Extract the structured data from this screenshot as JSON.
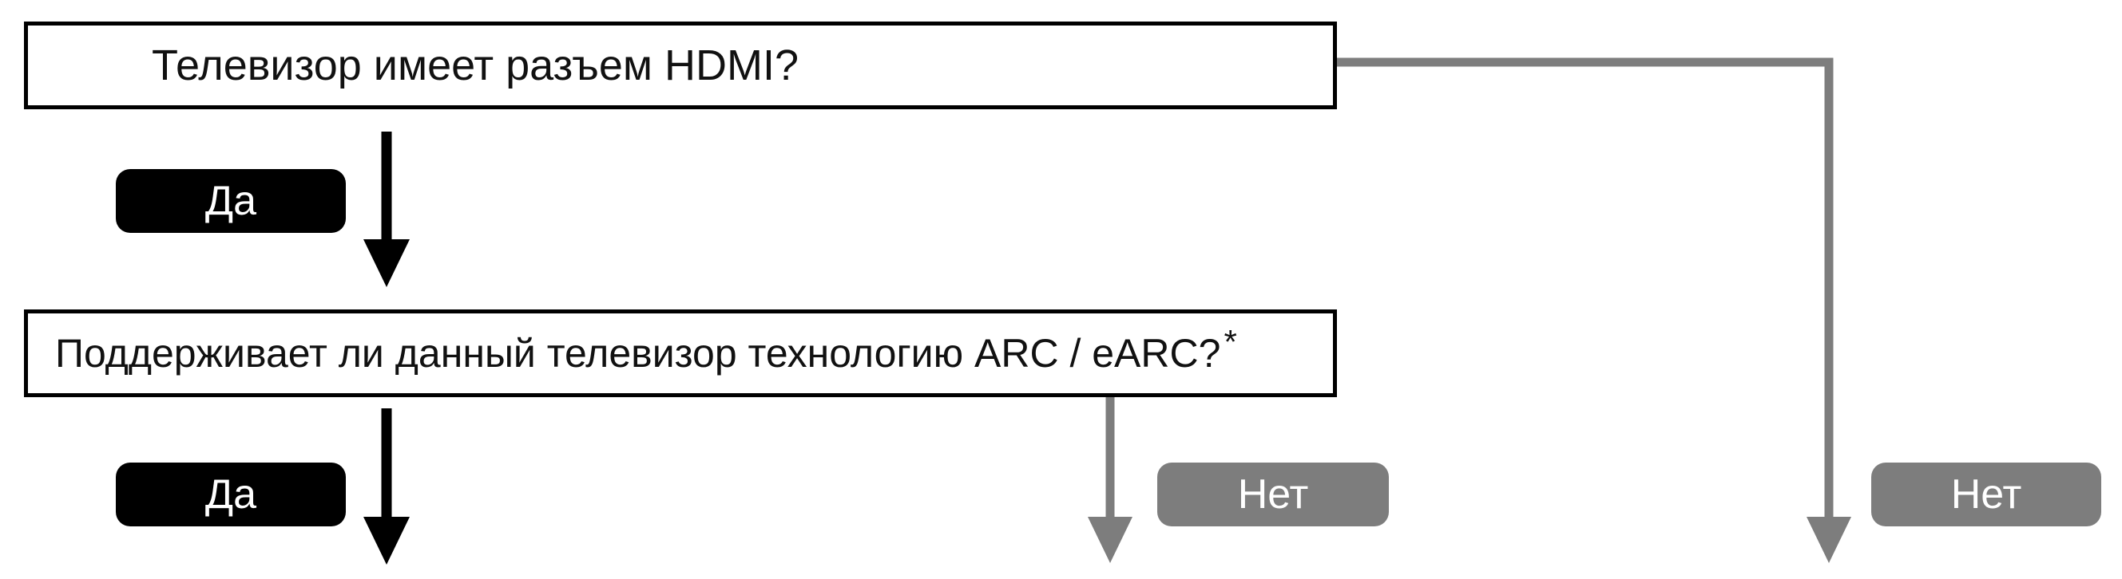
{
  "diagram": {
    "question_1": "Телевизор имеет разъем HDMI?",
    "question_2": "Поддерживает ли данный телевизор технологию ARC / eARC?",
    "question_2_footnote_mark": "*",
    "yes_label": "Да",
    "no_label": "Нет"
  },
  "colors": {
    "yes_path": "#000000",
    "no_path": "#7d7d7d",
    "box_border": "#000000"
  }
}
